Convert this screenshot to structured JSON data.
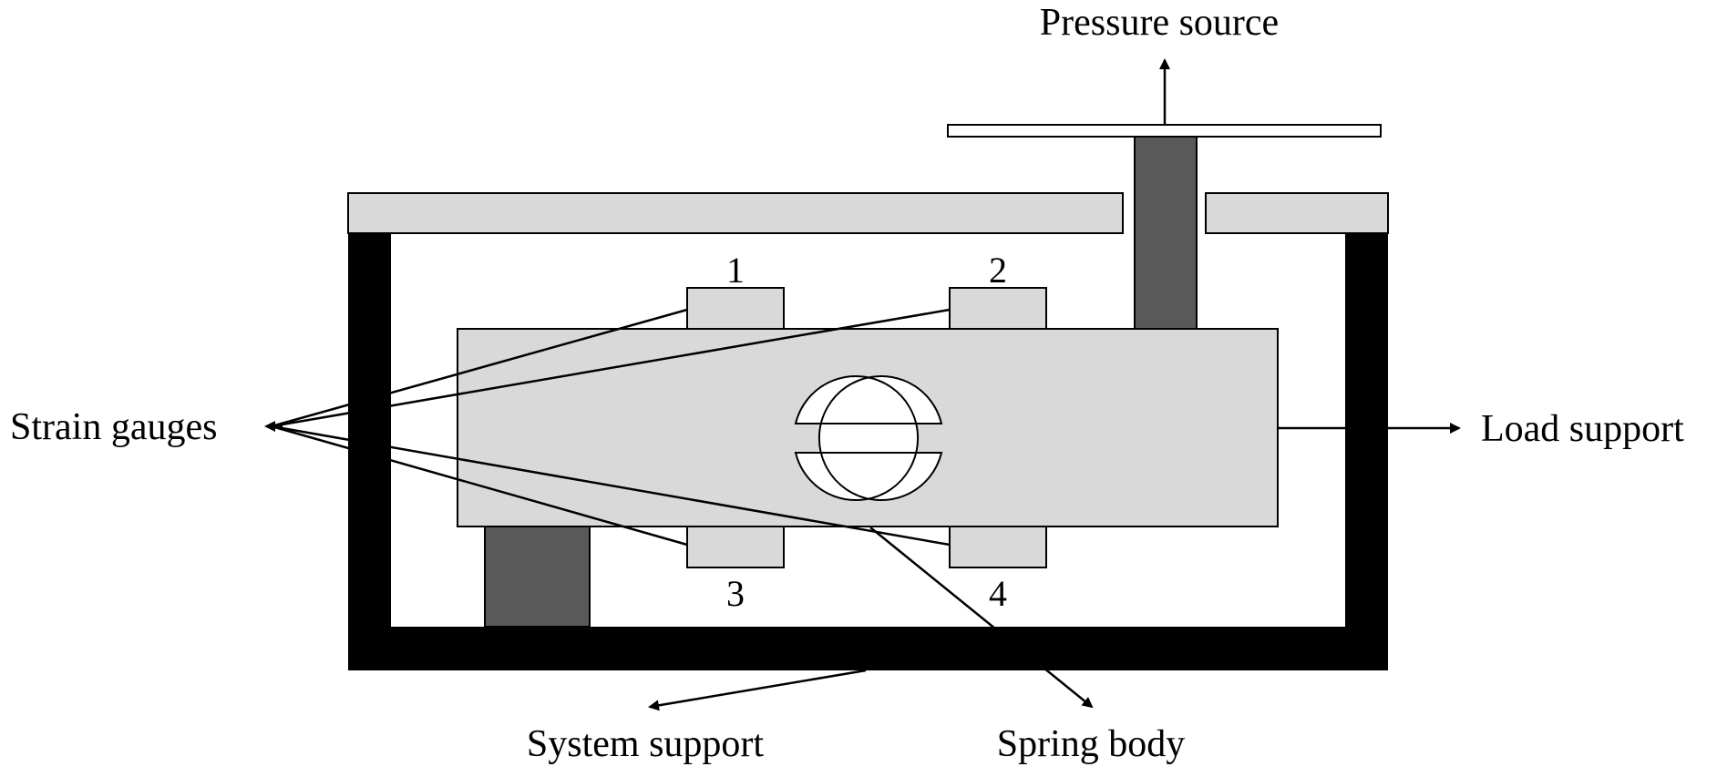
{
  "labels": {
    "pressure_source": "Pressure source",
    "strain_gauges": "Strain gauges",
    "load_support": "Load support",
    "system_support": "System support",
    "spring_body": "Spring body"
  },
  "gauge_numbers": {
    "g1": "1",
    "g2": "2",
    "g3": "3",
    "g4": "4"
  },
  "colors": {
    "frame": "#000000",
    "light_fill": "#d9d9d9",
    "dark_post": "#595959",
    "outline": "#000000",
    "background": "#ffffff"
  }
}
